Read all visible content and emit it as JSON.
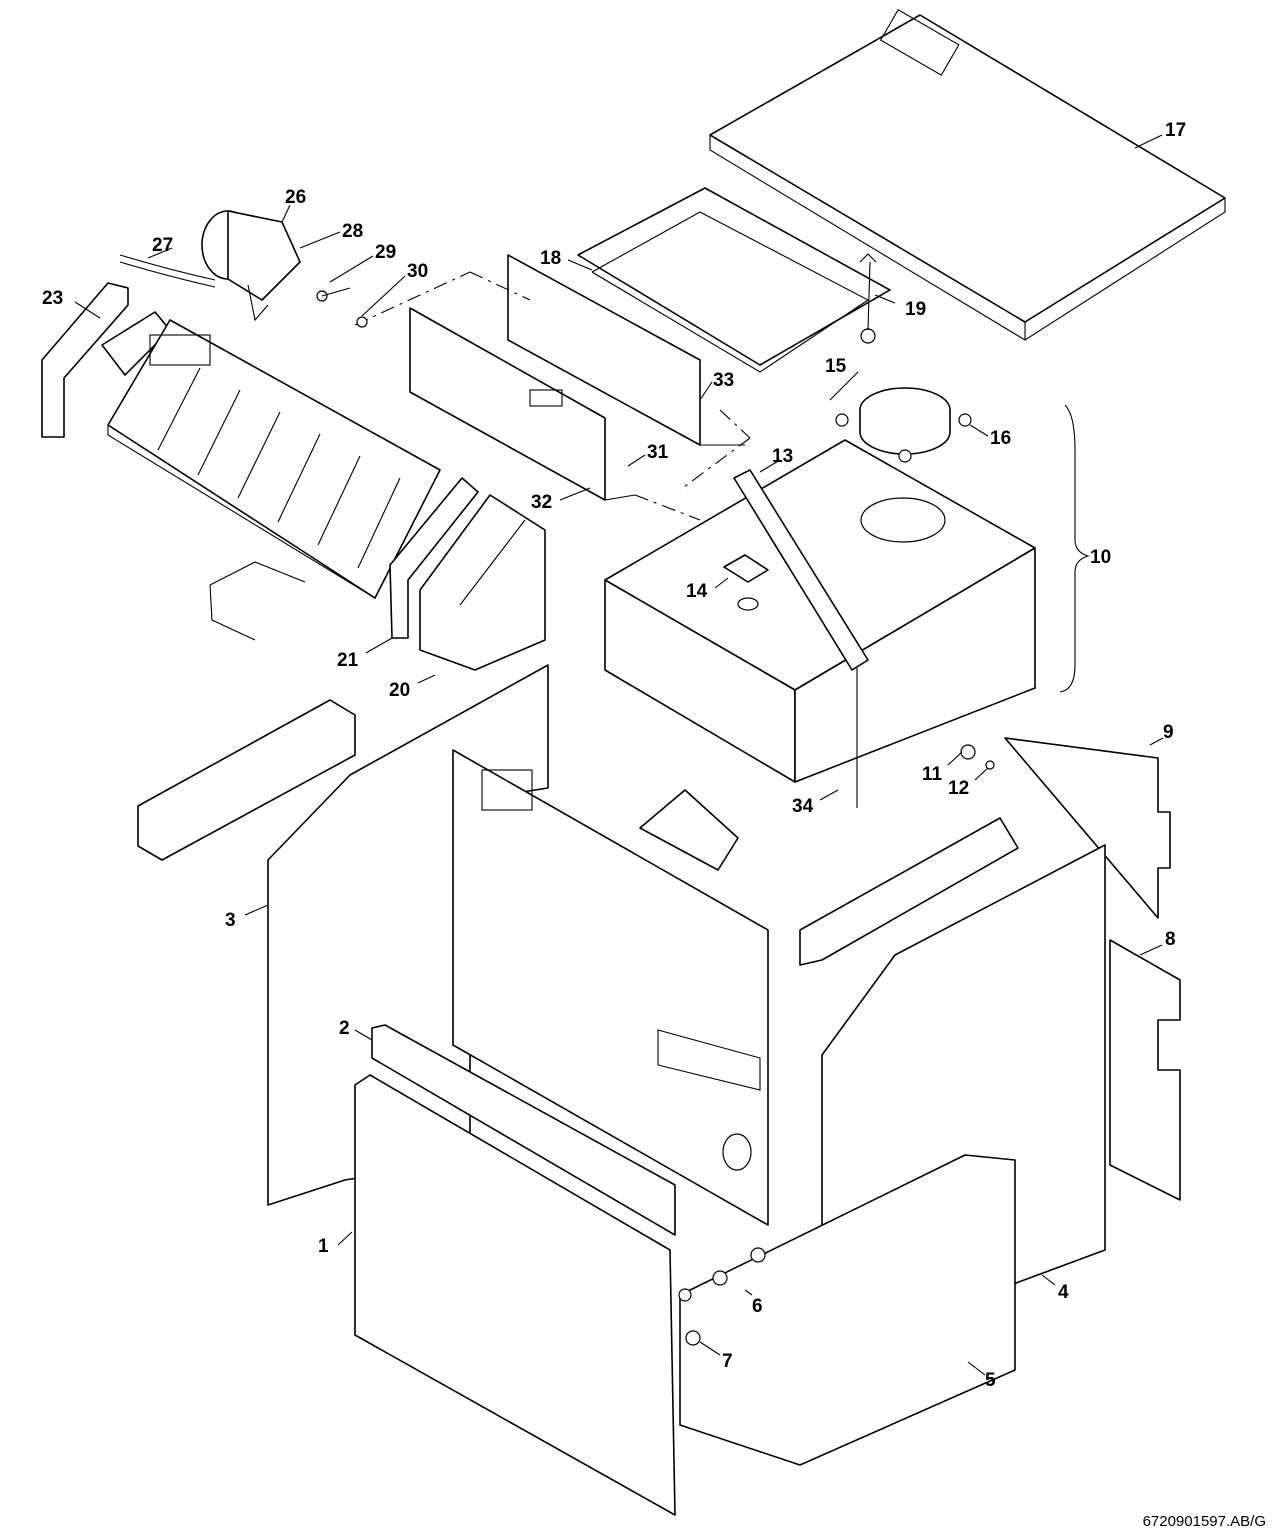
{
  "document_id": "6720901597.AB/G",
  "part_labels": [
    "1",
    "2",
    "3",
    "4",
    "5",
    "6",
    "7",
    "8",
    "9",
    "10",
    "11",
    "12",
    "13",
    "14",
    "15",
    "16",
    "17",
    "18",
    "19",
    "20",
    "21",
    "23",
    "26",
    "27",
    "28",
    "29",
    "30",
    "31",
    "32",
    "33",
    "34"
  ],
  "ink_color": "#000000",
  "paper_color": "#ffffff"
}
